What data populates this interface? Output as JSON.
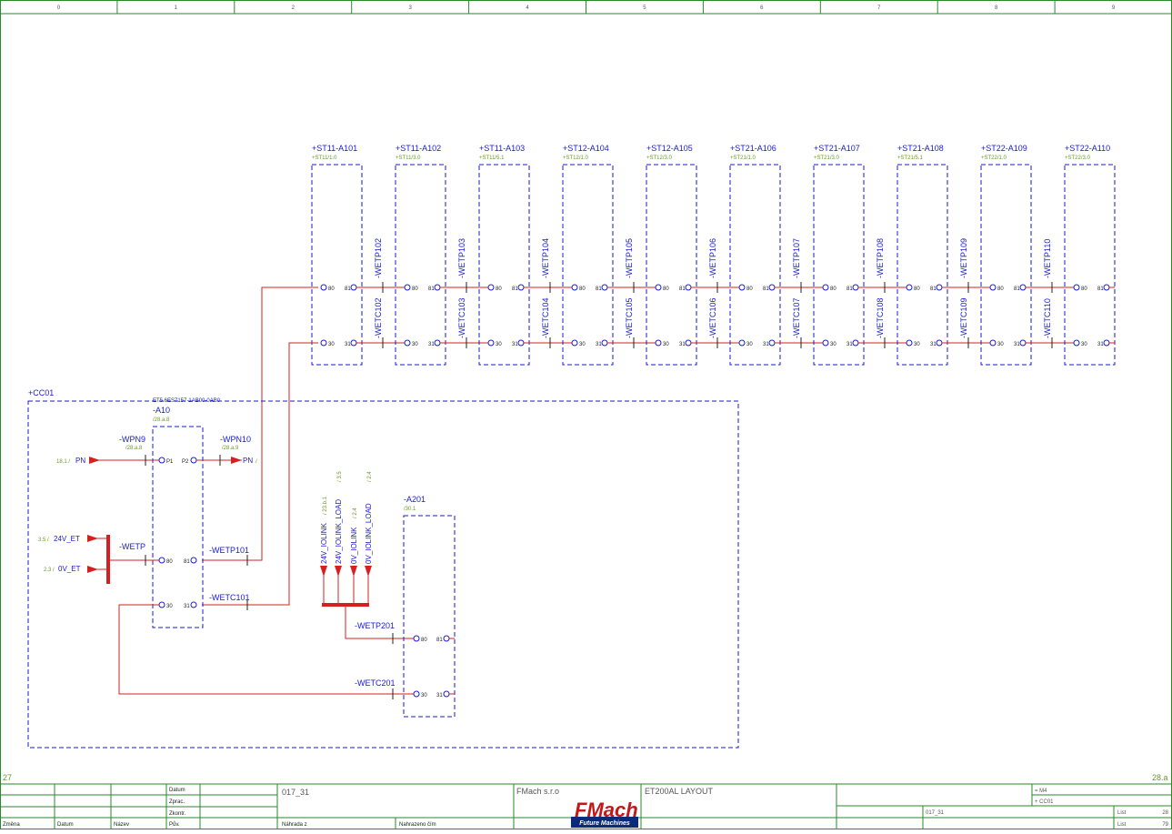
{
  "sheet": {
    "grid_columns": [
      "0",
      "1",
      "2",
      "3",
      "4",
      "5",
      "6",
      "7",
      "8",
      "9"
    ],
    "prev_page": "27",
    "next_page": "28.a"
  },
  "stations": [
    {
      "name": "+ST11-A101",
      "ref": "+ST11/1.0",
      "tp": "",
      "tc": ""
    },
    {
      "name": "+ST11-A102",
      "ref": "+ST11/3.0",
      "tp": "-WETP102",
      "tc": "-WETC102"
    },
    {
      "name": "+ST11-A103",
      "ref": "+ST11/5.1",
      "tp": "-WETP103",
      "tc": "-WETC103"
    },
    {
      "name": "+ST12-A104",
      "ref": "+ST12/1.0",
      "tp": "-WETP104",
      "tc": "-WETC104"
    },
    {
      "name": "+ST12-A105",
      "ref": "+ST12/3.0",
      "tp": "-WETP105",
      "tc": "-WETC105"
    },
    {
      "name": "+ST21-A106",
      "ref": "+ST21/1.0",
      "tp": "-WETP106",
      "tc": "-WETC106"
    },
    {
      "name": "+ST21-A107",
      "ref": "+ST21/3.0",
      "tp": "-WETP107",
      "tc": "-WETC107"
    },
    {
      "name": "+ST21-A108",
      "ref": "+ST21/5.1",
      "tp": "-WETP108",
      "tc": "-WETC108"
    },
    {
      "name": "+ST22-A109",
      "ref": "+ST22/1.0",
      "tp": "-WETP109",
      "tc": "-WETC109"
    },
    {
      "name": "+ST22-A110",
      "ref": "+ST22/3.0",
      "tp": "-WETP110",
      "tc": "-WETC110"
    }
  ],
  "pins": {
    "p80": "80",
    "p81": "81",
    "p30": "30",
    "p31": "31",
    "p1": "P1",
    "p2": "P2"
  },
  "cabinet": {
    "name": "+CC01",
    "a10_part": "ET5.6ES7157-1AB00-0AB0",
    "a10_name": "-A10",
    "a10_ref": "/28.a.8",
    "wpn9": "-WPN9",
    "wpn9_ref": "/28.a.8",
    "wpn10": "-WPN10",
    "wpn10_ref": "/28.a.9",
    "pn_in_ref": "18.1 /",
    "pn_in": "PN",
    "pn_out": "PN",
    "pn_out_ref": "/",
    "v24_ref": "3.5 /",
    "v24": "24V_ET",
    "v0_ref": "2.3 /",
    "v0": "0V_ET",
    "wetp": "-WETP",
    "wetp101": "-WETP101",
    "wetc101": "-WETC101",
    "a201_name": "-A201",
    "a201_ref": "/30.1",
    "wetp201": "-WETP201",
    "wetc201": "-WETC201",
    "iolink": [
      {
        "label": "24V_IOLINK",
        "ref": "/ 23.b.1"
      },
      {
        "label": "24V_IOLINK_LOAD",
        "ref": "/ 3.5"
      },
      {
        "label": "0V_IOLINK",
        "ref": "/ 2.4"
      },
      {
        "label": "0V_IOLINK_LOAD",
        "ref": "/ 2.4"
      }
    ]
  },
  "title_block": {
    "col_labels": [
      "Změna",
      "Datum",
      "Název",
      "Pův."
    ],
    "row_labels": [
      "Datum",
      "Zprac.",
      "Zkontr."
    ],
    "project": "017_31",
    "replace_label": "Náhrada z",
    "replaced_label": "Nahrazeno čím",
    "company": "FMach s.r.o",
    "logo_text": "FMach",
    "logo_sub": "Future Machines",
    "drawing_title": "ET200AL LAYOUT",
    "eq1": "= M4",
    "eq2": "+ CC01",
    "project2": "017_31",
    "list_label": "List",
    "list_value": "28",
    "list2_label": "List",
    "list2_value": "79"
  },
  "colors": {
    "wire": "#d42020",
    "frame": "#2a8a2a",
    "device": "#1a1ad6",
    "ref": "#6a9a2a"
  }
}
